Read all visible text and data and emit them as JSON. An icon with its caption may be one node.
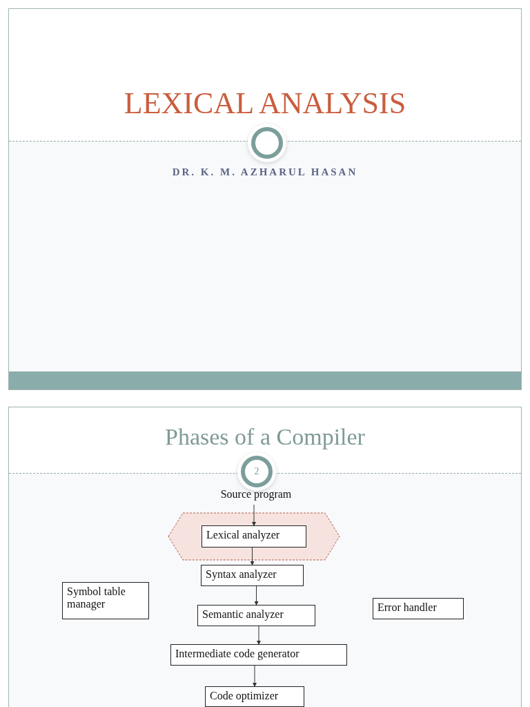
{
  "diagram": {
    "title": "LEXICAL ANALYSIS",
    "nodes": [
      {
        "text": [
          "Source program"
        ]
      },
      {
        "text": [],
        "shape": "hexagon"
      },
      {
        "text": [
          "Lexical analyzer"
        ],
        "in": 1
      },
      {
        "text": [
          "Syntax analyzer"
        ]
      },
      {
        "text": [
          "Symbol table manager"
        ]
      },
      {
        "text": [
          "Semantic analyzer"
        ]
      },
      {
        "text": [
          "Error handler"
        ]
      },
      {
        "text": [
          "Intermediate code generator"
        ]
      },
      {
        "text": [
          "Code optimizer"
        ]
      }
    ],
    "edges": [
      {
        "from": 0,
        "to": 2,
        "arrow": "to"
      },
      {
        "from": 2,
        "to": 3,
        "arrow": "to"
      },
      {
        "from": 3,
        "to": 5,
        "arrow": "to"
      },
      {
        "from": 5,
        "to": 7,
        "arrow": "to"
      },
      {
        "from": 7,
        "to": 8,
        "arrow": "to"
      }
    ],
    "labels": [
      "DR. K. M. AZHARUL HASAN",
      "Phases of a Compiler",
      "2"
    ]
  }
}
